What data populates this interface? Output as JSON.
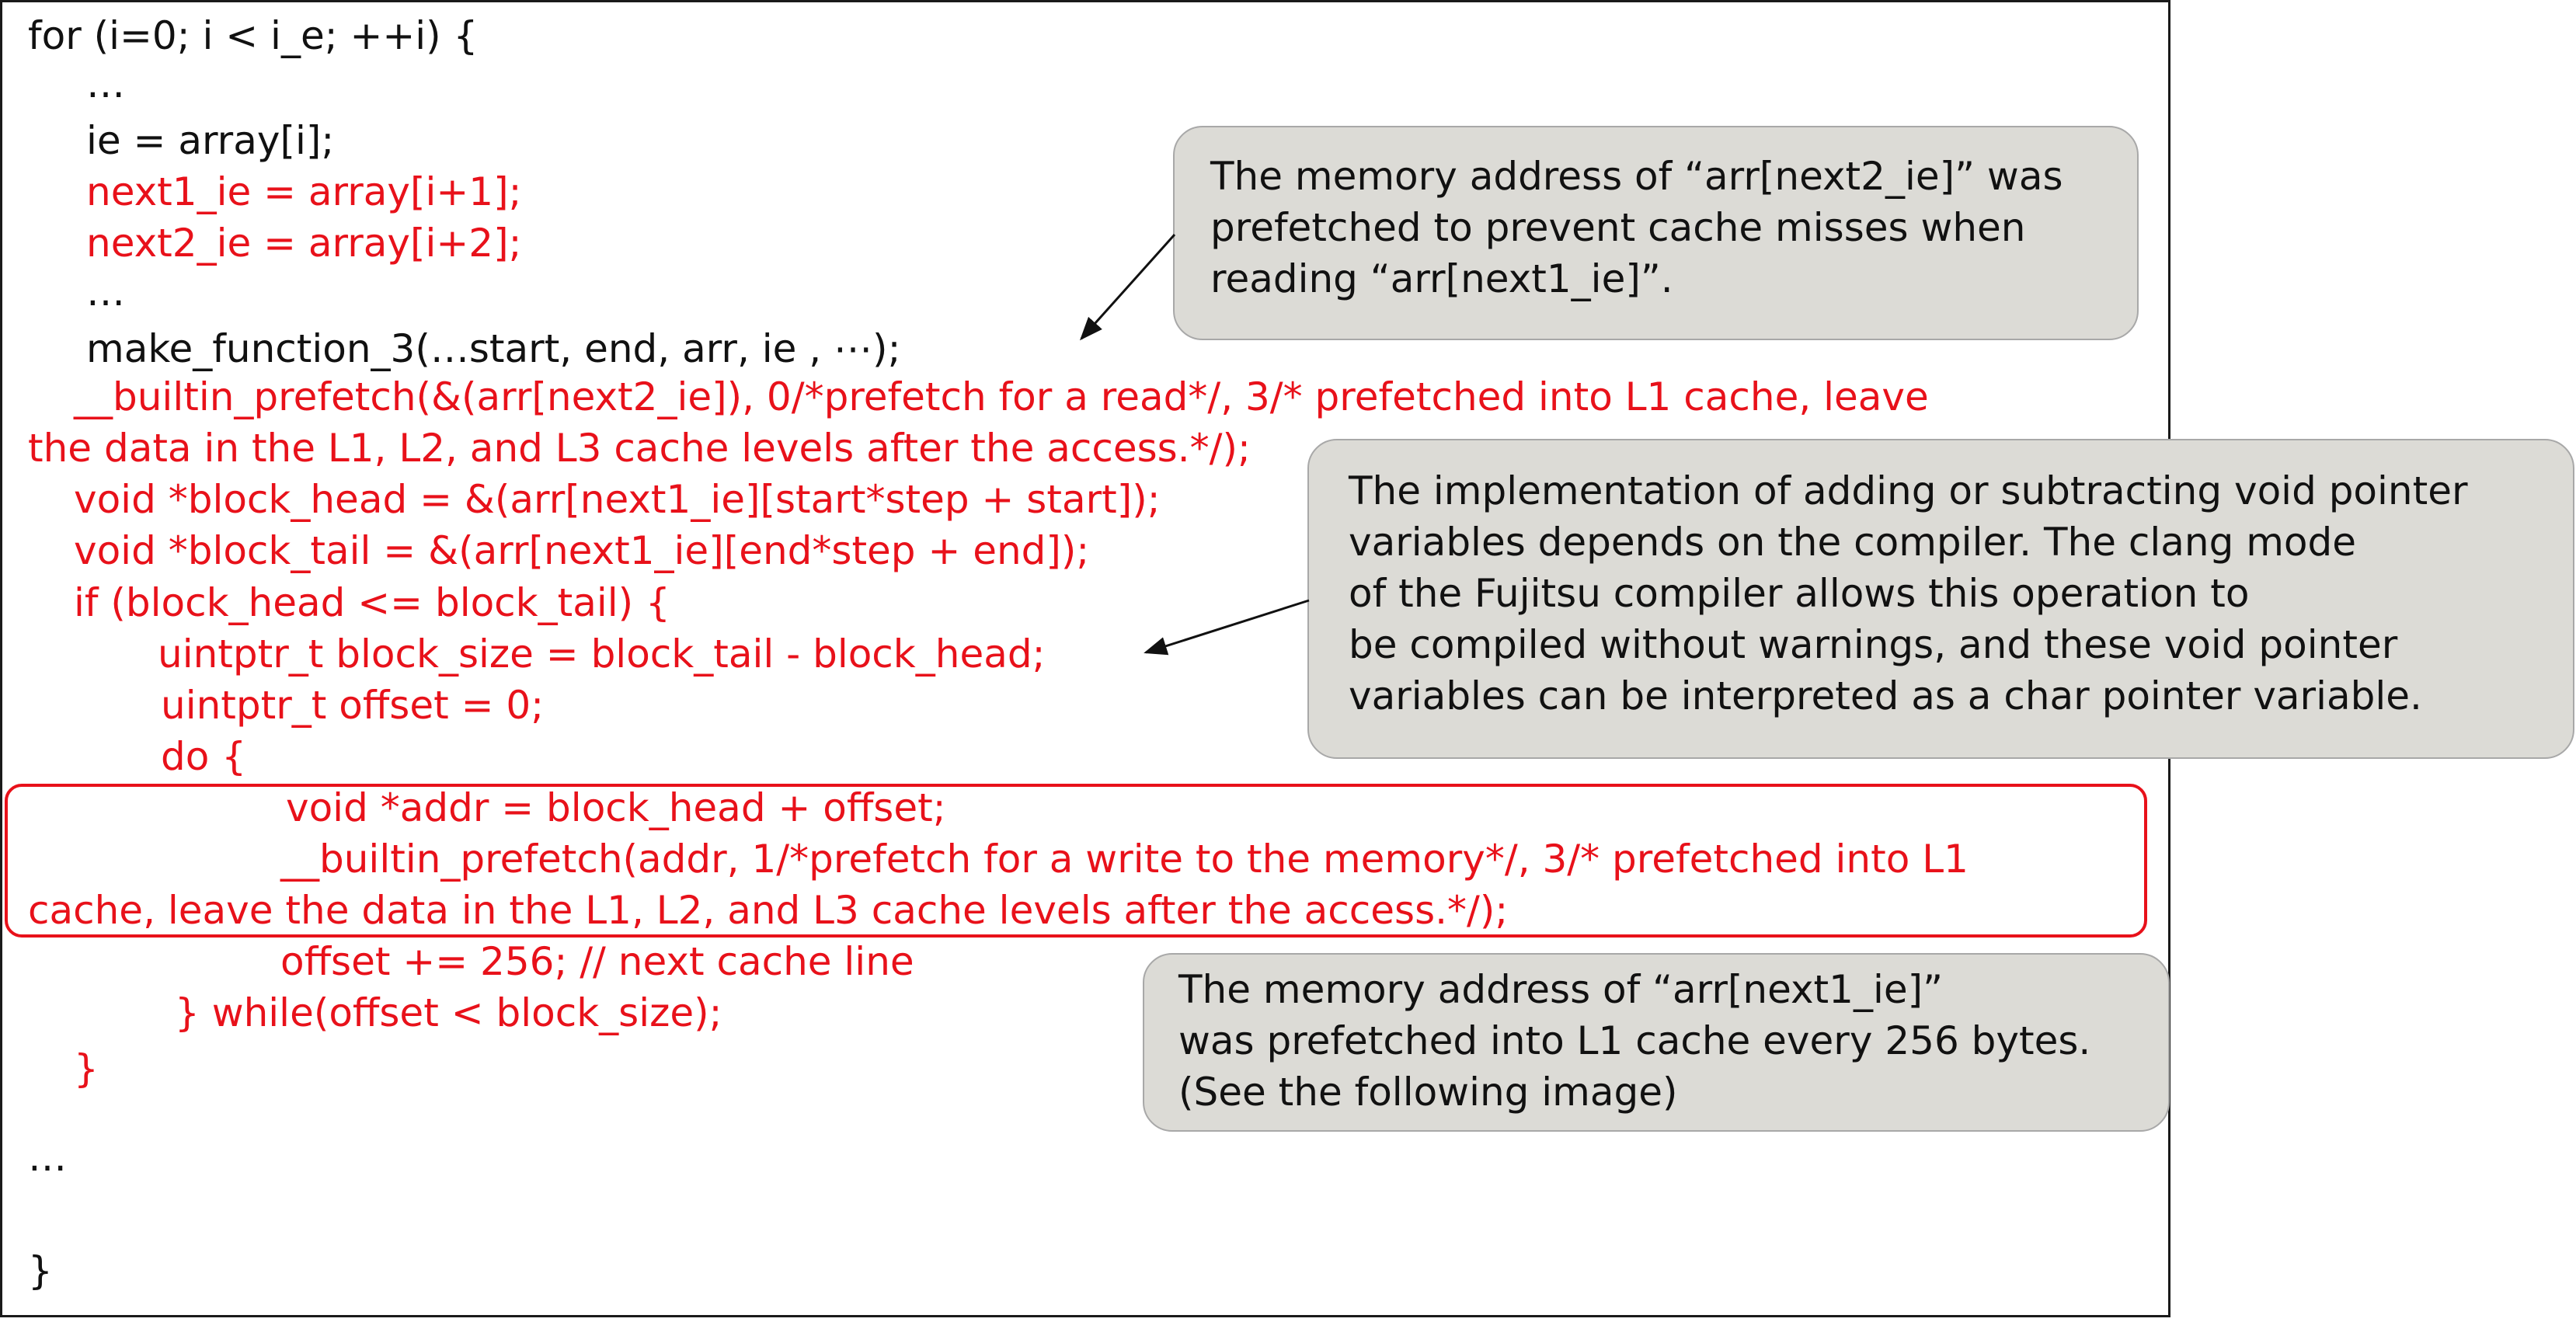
{
  "code_panel": {
    "lines": [
      {
        "text": "for (i=0; i < i_e; ++i) {",
        "color": "#111111"
      },
      {
        "text": "…",
        "color": "#111111"
      },
      {
        "text": "ie = array[i];",
        "color": "#111111"
      },
      {
        "text": "next1_ie = array[i+1];",
        "color": "#e8111a"
      },
      {
        "text": "next2_ie = array[i+2];",
        "color": "#e8111a"
      },
      {
        "text": "…",
        "color": "#111111"
      },
      {
        "text": "make_function_3(…start, end, arr, ie , ⋯);",
        "color": "#111111"
      },
      {
        "text": "__builtin_prefetch(&(arr[next2_ie]), 0/*prefetch for a read*/, 3/* prefetched into L1 cache, leave",
        "color": "#e8111a"
      },
      {
        "text": "the data in the L1, L2, and L3 cache levels after the access.*/);",
        "color": "#e8111a"
      },
      {
        "text": "void *block_head = &(arr[next1_ie][start*step + start]);",
        "color": "#e8111a"
      },
      {
        "text": "void *block_tail = &(arr[next1_ie][end*step + end]);",
        "color": "#e8111a"
      },
      {
        "text": "if (block_head <= block_tail) {",
        "color": "#e8111a"
      },
      {
        "text": "uintptr_t block_size = block_tail - block_head;",
        "color": "#e8111a"
      },
      {
        "text": "uintptr_t offset = 0;",
        "color": "#e8111a"
      },
      {
        "text": "do {",
        "color": "#e8111a"
      },
      {
        "text": "void *addr = block_head + offset;",
        "color": "#e8111a"
      },
      {
        "text": "__builtin_prefetch(addr, 1/*prefetch for a write to the memory*/, 3/* prefetched into L1",
        "color": "#e8111a"
      },
      {
        "text": "cache, leave the data in the L1, L2, and L3 cache levels after the access.*/);",
        "color": "#e8111a"
      },
      {
        "text": "offset += 256; // next cache line",
        "color": "#e8111a"
      },
      {
        "text": "} while(offset < block_size);",
        "color": "#e8111a"
      },
      {
        "text": "}",
        "color": "#e8111a"
      },
      {
        "text": "…",
        "color": "#111111"
      },
      {
        "text": "}",
        "color": "#111111"
      }
    ]
  },
  "callouts": [
    {
      "lines": [
        "The memory address of “arr[next2_ie]” was",
        "prefetched to prevent cache misses when",
        "reading “arr[next1_ie]”."
      ]
    },
    {
      "lines": [
        "The implementation of adding or subtracting void pointer",
        "variables depends on the compiler. The clang mode",
        "of the Fujitsu compiler allows this operation to",
        "be compiled without warnings, and these void pointer",
        "variables can be interpreted as a char pointer variable."
      ]
    },
    {
      "lines": [
        "The memory address of “arr[next1_ie]”",
        "was prefetched into L1 cache every 256 bytes.",
        "(See the following image)"
      ]
    }
  ],
  "colors": {
    "code_black": "#111111",
    "code_red": "#e8111a",
    "callout_fill": "#dcdbd6",
    "callout_border": "#a8a8a8"
  }
}
